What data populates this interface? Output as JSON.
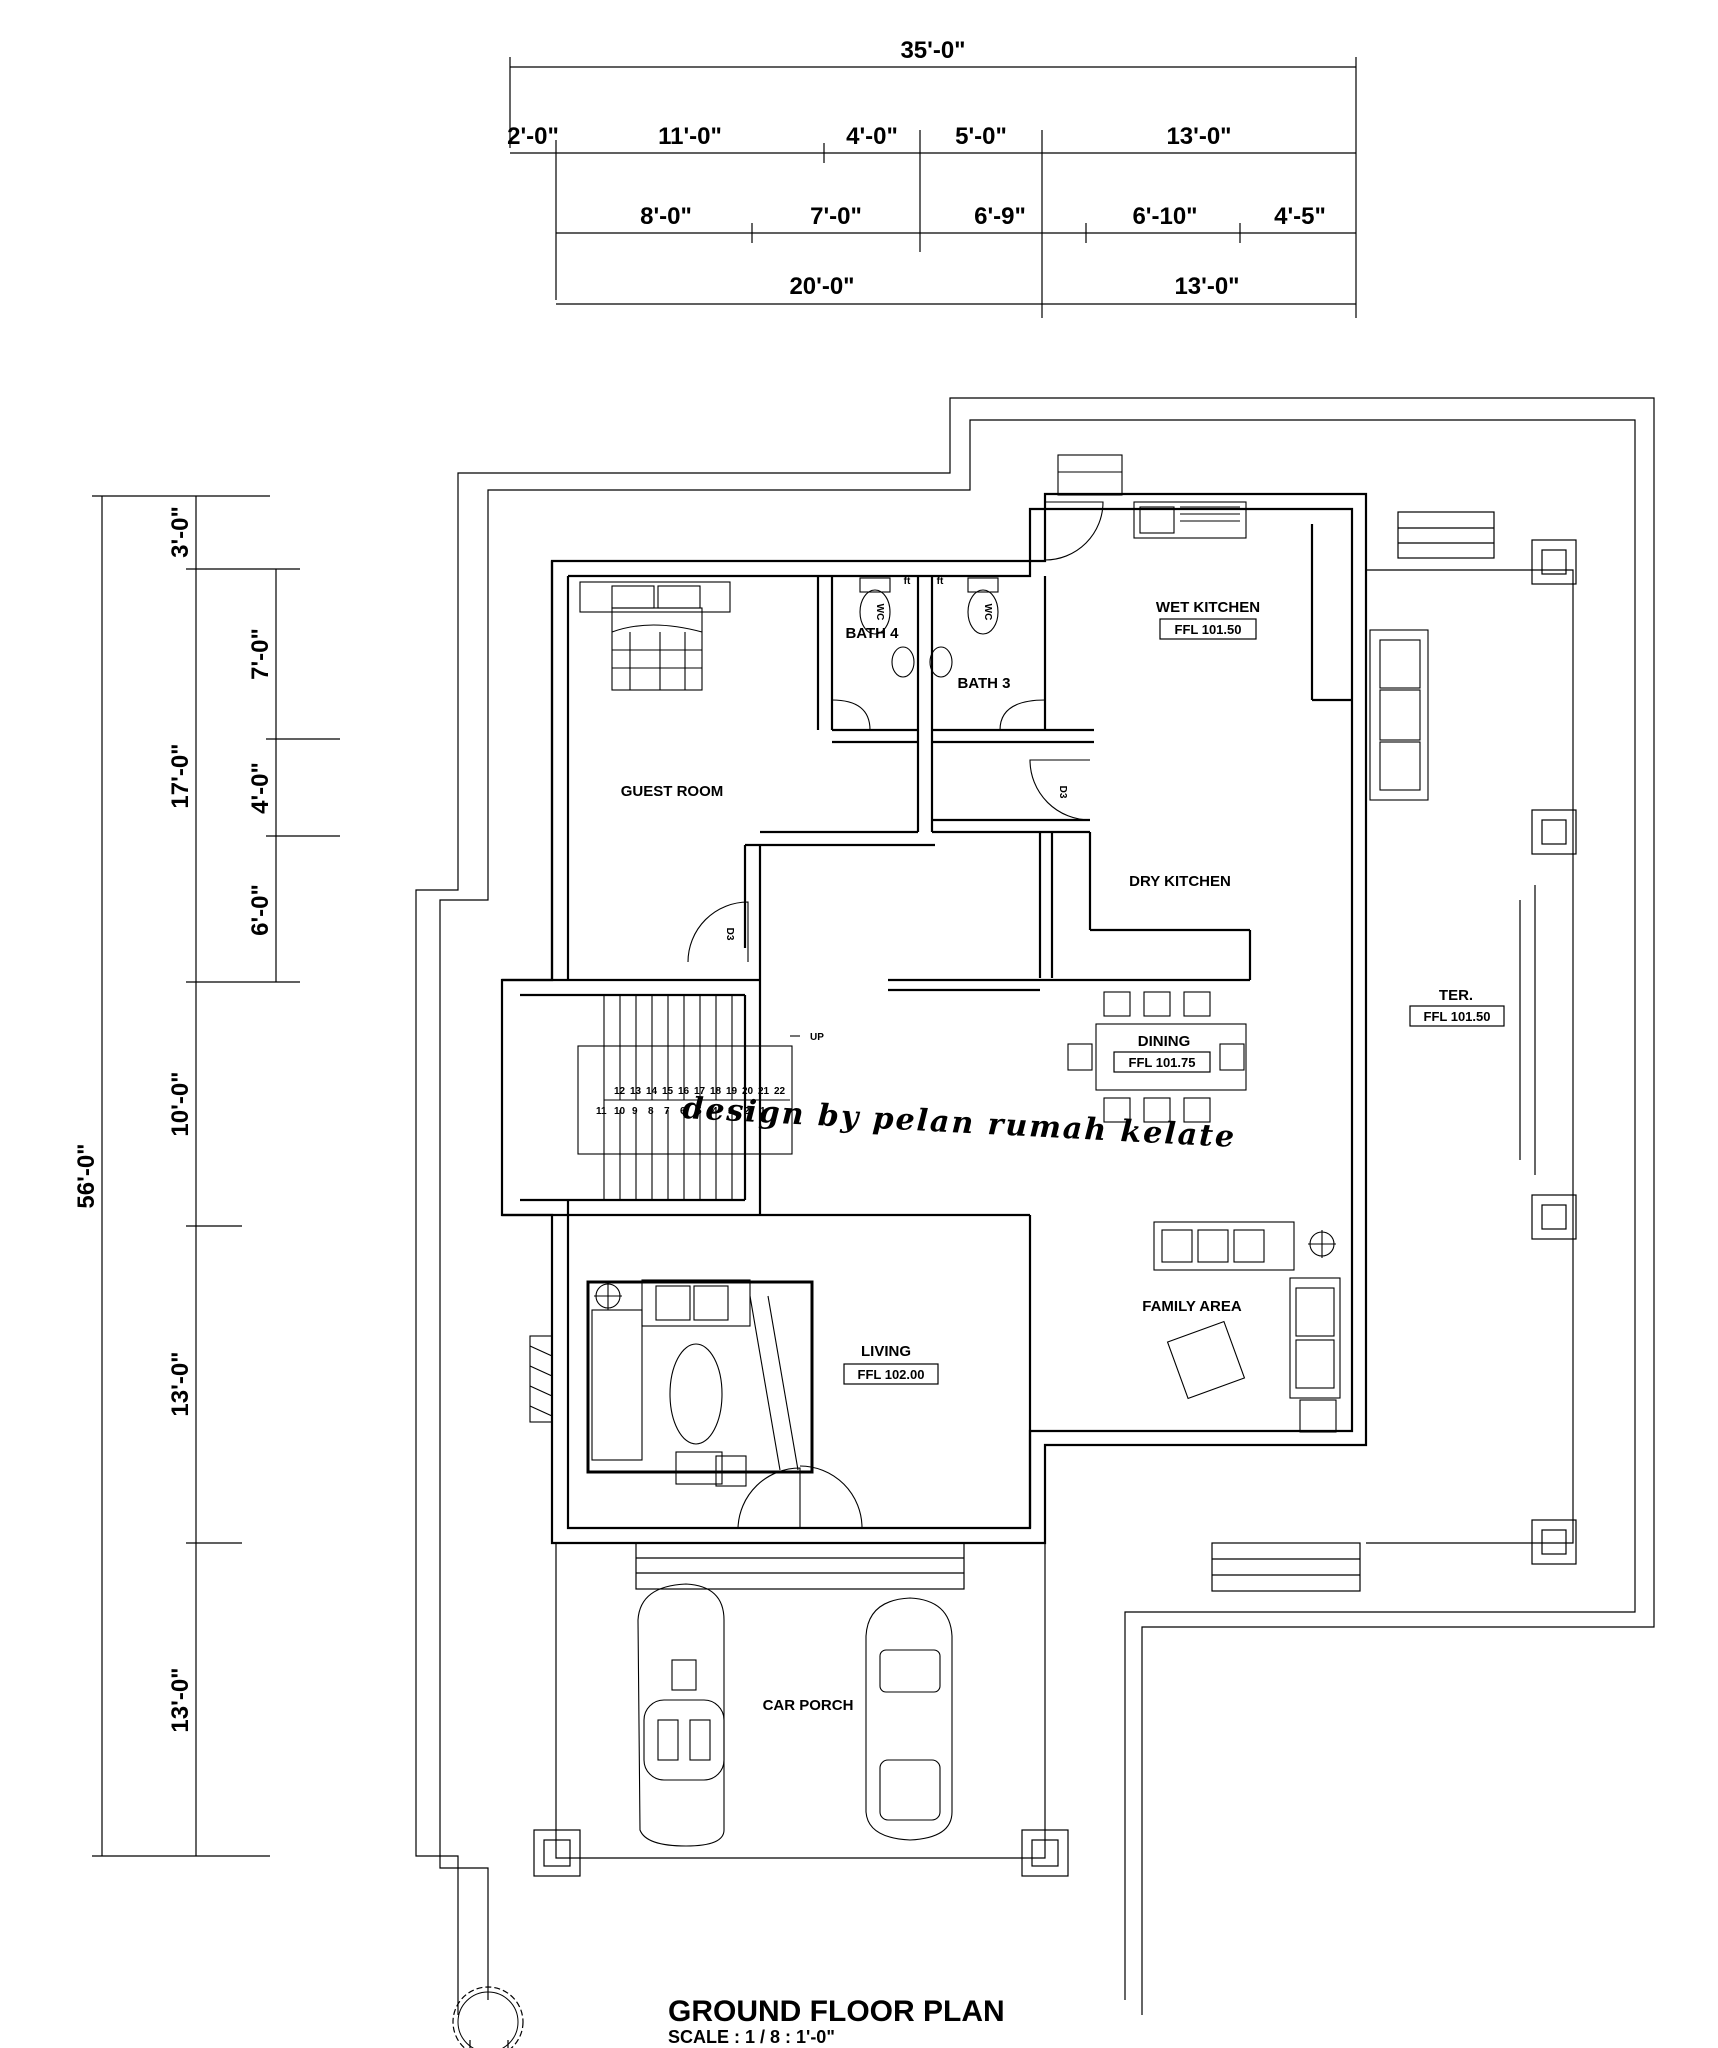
{
  "dimensions": {
    "overall_width": "35'-0\"",
    "row1": [
      "2'-0\"",
      "11'-0\"",
      "4'-0\"",
      "5'-0\"",
      "13'-0\""
    ],
    "row2": [
      "8'-0\"",
      "7'-0\"",
      "6'-9\"",
      "6'-10\"",
      "4'-5\""
    ],
    "row3": [
      "20'-0\"",
      "13'-0\""
    ],
    "overall_depth": "56'-0\"",
    "left_col2": [
      "3'-0\"",
      "17'-0\"",
      "10'-0\"",
      "13'-0\"",
      "13'-0\""
    ],
    "left_col3": [
      "7'-0\"",
      "4'-0\"",
      "6'-0\""
    ]
  },
  "rooms": {
    "guest_room": "GUEST ROOM",
    "bath4": "BATH 4",
    "bath3": "BATH 3",
    "wet_kitchen": "WET KITCHEN",
    "wet_kitchen_ffl": "FFL 101.50",
    "dry_kitchen": "DRY KITCHEN",
    "dining": "DINING",
    "dining_ffl": "FFL 101.75",
    "terrace": "TER.",
    "terrace_ffl": "FFL 101.50",
    "family_area": "FAMILY AREA",
    "living": "LIVING",
    "living_ffl": "FFL 102.00",
    "car_porch": "CAR PORCH"
  },
  "labels": {
    "wc": "WC",
    "door_code": "D3",
    "up": "UP",
    "ft": "ft"
  },
  "stairs": {
    "upper": [
      "12",
      "13",
      "14",
      "15",
      "16",
      "17",
      "18",
      "19",
      "20",
      "21",
      "22"
    ],
    "lower": [
      "11",
      "10",
      "9",
      "8",
      "7",
      "6",
      "5",
      "4",
      "3",
      "2",
      "1"
    ]
  },
  "watermark": "design by pelan rumah kelate",
  "title": "GROUND FLOOR PLAN",
  "scale": "SCALE : 1 / 8  : 1'-0\""
}
